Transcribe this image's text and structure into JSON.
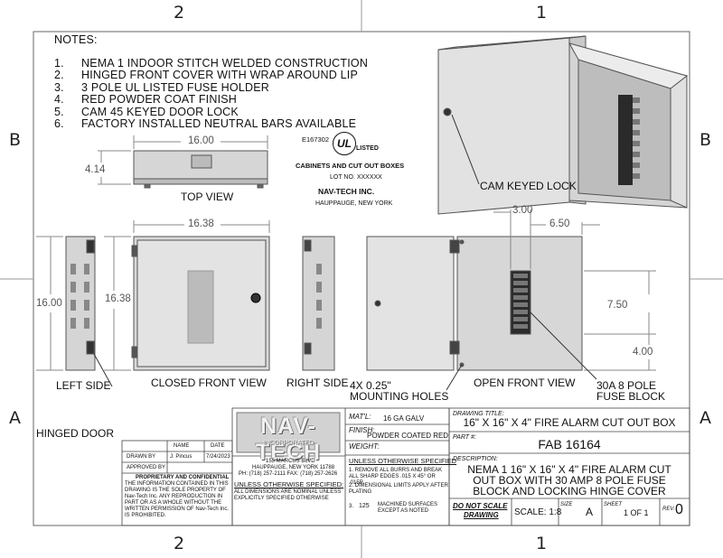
{
  "zones": {
    "top_left": "2",
    "top_right": "1",
    "bottom_left": "2",
    "bottom_right": "1",
    "left_upper": "B",
    "left_lower": "A",
    "right_upper": "B",
    "right_lower": "A"
  },
  "notes": {
    "title": "NOTES:",
    "items": [
      {
        "num": "1.",
        "text": "NEMA 1 INDOOR STITCH WELDED CONSTRUCTION"
      },
      {
        "num": "2.",
        "text": "HINGED FRONT COVER WITH WRAP AROUND LIP"
      },
      {
        "num": "3.",
        "text": "3 POLE UL LISTED FUSE HOLDER"
      },
      {
        "num": "4.",
        "text": "RED POWDER COAT FINISH"
      },
      {
        "num": "5.",
        "text": "CAM 45 KEYED DOOR LOCK"
      },
      {
        "num": "6.",
        "text": "FACTORY INSTALLED NEUTRAL BARS AVAILABLE"
      }
    ]
  },
  "ul_block": {
    "file_no": "E167302",
    "ul": "UL",
    "listed": "LISTED",
    "category": "CABINETS AND CUT OUT BOXES",
    "lot": "LOT NO. XXXXXX",
    "company": "NAV-TECH INC.",
    "location": "HAUPPAUGE, NEW YORK"
  },
  "views": {
    "top": "TOP VIEW",
    "left": "LEFT SIDE",
    "closed_front": "CLOSED FRONT VIEW",
    "right": "RIGHT SIDE",
    "open_front": "OPEN FRONT VIEW"
  },
  "dims": {
    "top_width": "16.00",
    "top_depth": "4.14",
    "front_width": "16.38",
    "left_height": "16.00",
    "front_height": "16.38",
    "d300": "3.00",
    "d650": "6.50",
    "d750": "7.50",
    "d400": "4.00"
  },
  "callouts": {
    "cam_lock": "CAM KEYED LOCK",
    "mounting_l1": "4X 0.25\"",
    "mounting_l2": "MOUNTING HOLES",
    "fuse_l1": "30A 8 POLE",
    "fuse_l2": "FUSE BLOCK",
    "hinged_door": "HINGED DOOR"
  },
  "title_block": {
    "logo_text": "NAV-TECH",
    "logo_sub": "INCORPORATED",
    "address": "155 MARCUS BLVD",
    "city": "HAUPPAUGE, NEW YORK 11788",
    "phone": "PH: (718) 257-2111   FAX: (718) 257-2626",
    "unless_spec": "UNLESS OTHERWISE SPECIFIED:",
    "nominal": "ALL DIMENSIONS ARE NOMINAL UNLESS EXPLICITLY SPECIFIED OTHERWISE",
    "name_hdr": "NAME",
    "date_hdr": "DATE",
    "drawn_by_lbl": "DRAWN BY",
    "drawn_by": "J. Pincus",
    "drawn_date": "7/24/2023",
    "approved_by_lbl": "APPROVED BY",
    "prop_title": "PROPRIETARY AND CONFIDENTIAL",
    "prop_text": "THE INFORMATION CONTAINED IN THIS DRAWING IS THE SOLE PROPERTY OF Nav-Tech Inc.  ANY REPRODUCTION IN PART OR AS A WHOLE WITHOUT THE WRITTEN PERMISSION OF Nav-Tech Inc. IS PROHIBITED.",
    "matl_lbl": "MAT'L:",
    "matl": "16 GA GALV",
    "finish_lbl": "FINISH:",
    "finish": "POWDER COATED RED",
    "weight_lbl": "WEIGHT:",
    "unless2": "UNLESS OTHERWISE SPECIFIED",
    "note1": "1. REMOVE ALL BURRS AND BREAK ALL SHARP EDGES  .015 X 45° OR .015R",
    "note2": "2. DIMENSIONAL LIMITS APPLY AFTER PLATING",
    "note3_num": "3.",
    "note3_val": "125",
    "note3_text": "MACHINED SURFACES EXCEPT AS NOTED",
    "drawing_title_lbl": "DRAWING TITLE:",
    "drawing_title": "16\" X 16\" X 4\" FIRE ALARM CUT OUT BOX",
    "part_lbl": "PART #:",
    "part": "FAB 16164",
    "desc_lbl": "DESCRIPTION:",
    "desc_lines": [
      "NEMA 1 16\" X 16\" X 4\" FIRE ALARM CUT",
      "OUT BOX WITH 30 AMP 8 POLE FUSE",
      "BLOCK AND LOCKING HINGE COVER"
    ],
    "do_not_scale_1": "DO NOT SCALE",
    "do_not_scale_2": "DRAWING",
    "scale": "SCALE: 1:8",
    "size_lbl": "SIZE",
    "size": "A",
    "sheet_lbl": "SHEET",
    "sheet": "1 OF 1",
    "rev_lbl": "REV.",
    "rev": "0"
  }
}
